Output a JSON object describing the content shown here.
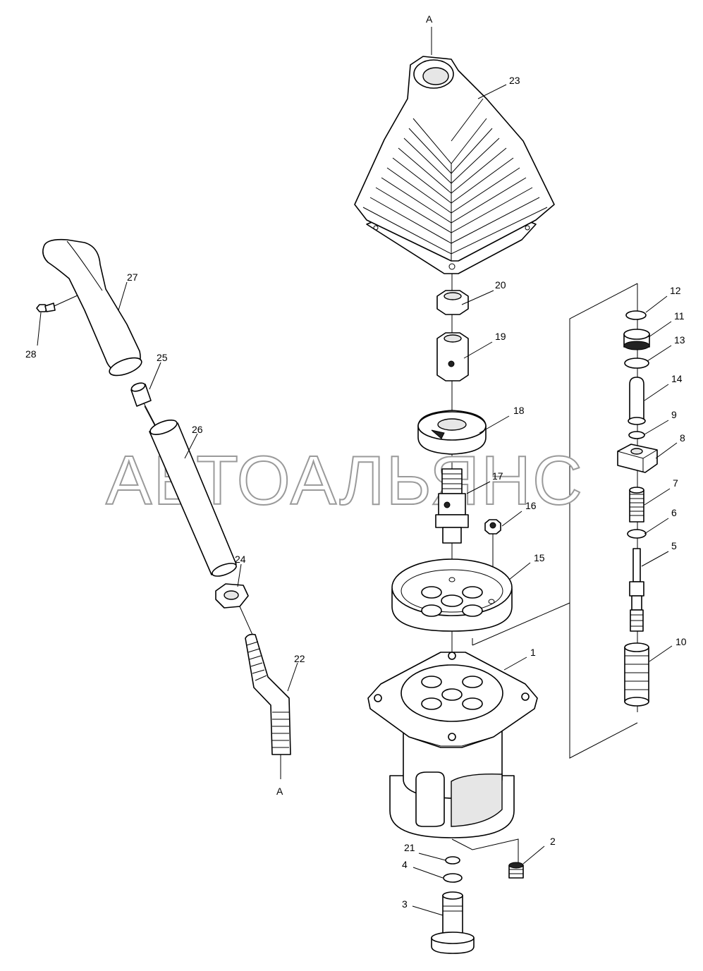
{
  "watermark": "АВТОАЛЬЯНС",
  "marks": {
    "top": "A",
    "bottom": "A"
  },
  "parts": [
    {
      "num": "1",
      "item": "housing"
    },
    {
      "num": "2",
      "item": "plug"
    },
    {
      "num": "3",
      "item": "shaft"
    },
    {
      "num": "4",
      "item": "o-ring"
    },
    {
      "num": "5",
      "item": "plunger"
    },
    {
      "num": "6",
      "item": "washer"
    },
    {
      "num": "7",
      "item": "spring"
    },
    {
      "num": "8",
      "item": "plate"
    },
    {
      "num": "9",
      "item": "ring"
    },
    {
      "num": "10",
      "item": "spring"
    },
    {
      "num": "11",
      "item": "seal"
    },
    {
      "num": "12",
      "item": "ring"
    },
    {
      "num": "13",
      "item": "o-ring"
    },
    {
      "num": "14",
      "item": "pusher"
    },
    {
      "num": "15",
      "item": "cover"
    },
    {
      "num": "16",
      "item": "nut"
    },
    {
      "num": "17",
      "item": "joint"
    },
    {
      "num": "18",
      "item": "disc"
    },
    {
      "num": "19",
      "item": "coupling"
    },
    {
      "num": "20",
      "item": "nut"
    },
    {
      "num": "21",
      "item": "o-ring"
    },
    {
      "num": "22",
      "item": "lever"
    },
    {
      "num": "23",
      "item": "boot"
    },
    {
      "num": "24",
      "item": "nut"
    },
    {
      "num": "25",
      "item": "switch"
    },
    {
      "num": "26",
      "item": "tube"
    },
    {
      "num": "27",
      "item": "grip"
    },
    {
      "num": "28",
      "item": "screw"
    }
  ]
}
